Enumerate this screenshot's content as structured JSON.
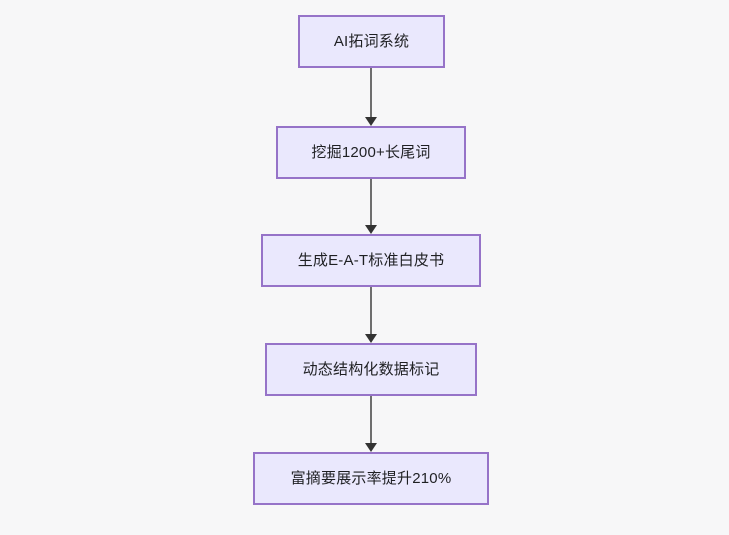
{
  "diagram": {
    "type": "flowchart",
    "orientation": "top-to-bottom",
    "background_color": "#f7f7f8",
    "node_fill_color": "#eae8fd",
    "node_border_color": "#9673c8",
    "node_text_color": "#1f2023",
    "edge_color": "#6e6e6e",
    "arrowhead_color": "#333333",
    "nodes": [
      {
        "id": "n1",
        "label": "AI拓词系统"
      },
      {
        "id": "n2",
        "label": "挖掘1200+长尾词"
      },
      {
        "id": "n3",
        "label": "生成E-A-T标准白皮书"
      },
      {
        "id": "n4",
        "label": "动态结构化数据标记"
      },
      {
        "id": "n5",
        "label": "富摘要展示率提升210%"
      }
    ],
    "edges": [
      {
        "from": "n1",
        "to": "n2",
        "label": ""
      },
      {
        "from": "n2",
        "to": "n3",
        "label": ""
      },
      {
        "from": "n3",
        "to": "n4",
        "label": ""
      },
      {
        "from": "n4",
        "to": "n5",
        "label": ""
      }
    ]
  }
}
